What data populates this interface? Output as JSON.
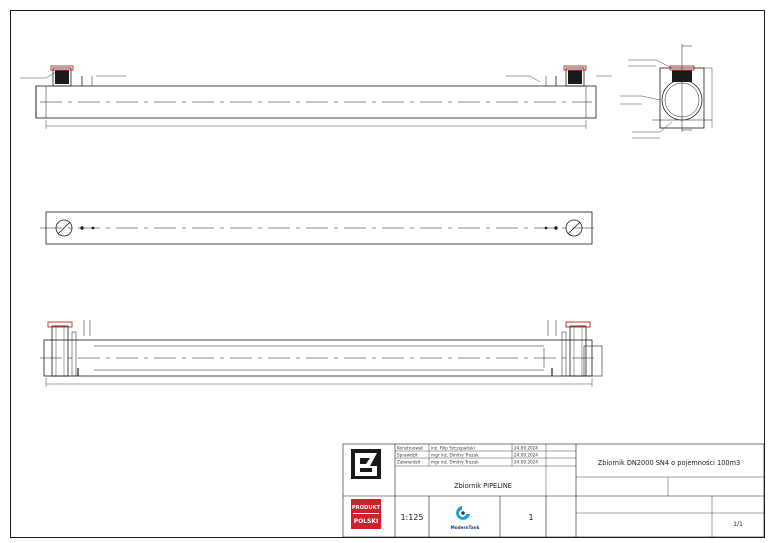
{
  "title_block": {
    "rows": [
      {
        "role": "Konstruował",
        "name": "inż. Filip Szczepański",
        "date": "24.09.2024"
      },
      {
        "role": "Sprawdził",
        "name": "mgr inż. Dmitry Truzuk",
        "date": "24.09.2024"
      },
      {
        "role": "Zatwierdził",
        "name": "mgr inż. Dmitry Truzuk",
        "date": "24.09.2024"
      }
    ],
    "drawing_title": "Zbiornik DN2000 SN4 o pojemności 100m3",
    "product_name": "Zbiornik PIPELINE",
    "scale": "1:125",
    "quantity": "1",
    "sheet": "1/1",
    "badge_top": "PRODUKT",
    "badge_bottom": "POLSKI",
    "company": "ModernTank"
  },
  "colors": {
    "line": "#1a1a1a",
    "hatch_red": "#c0392b",
    "badge_red": "#d0202a",
    "logo_blue": "#1a9fd9",
    "logo_dark": "#1f3c6e"
  }
}
